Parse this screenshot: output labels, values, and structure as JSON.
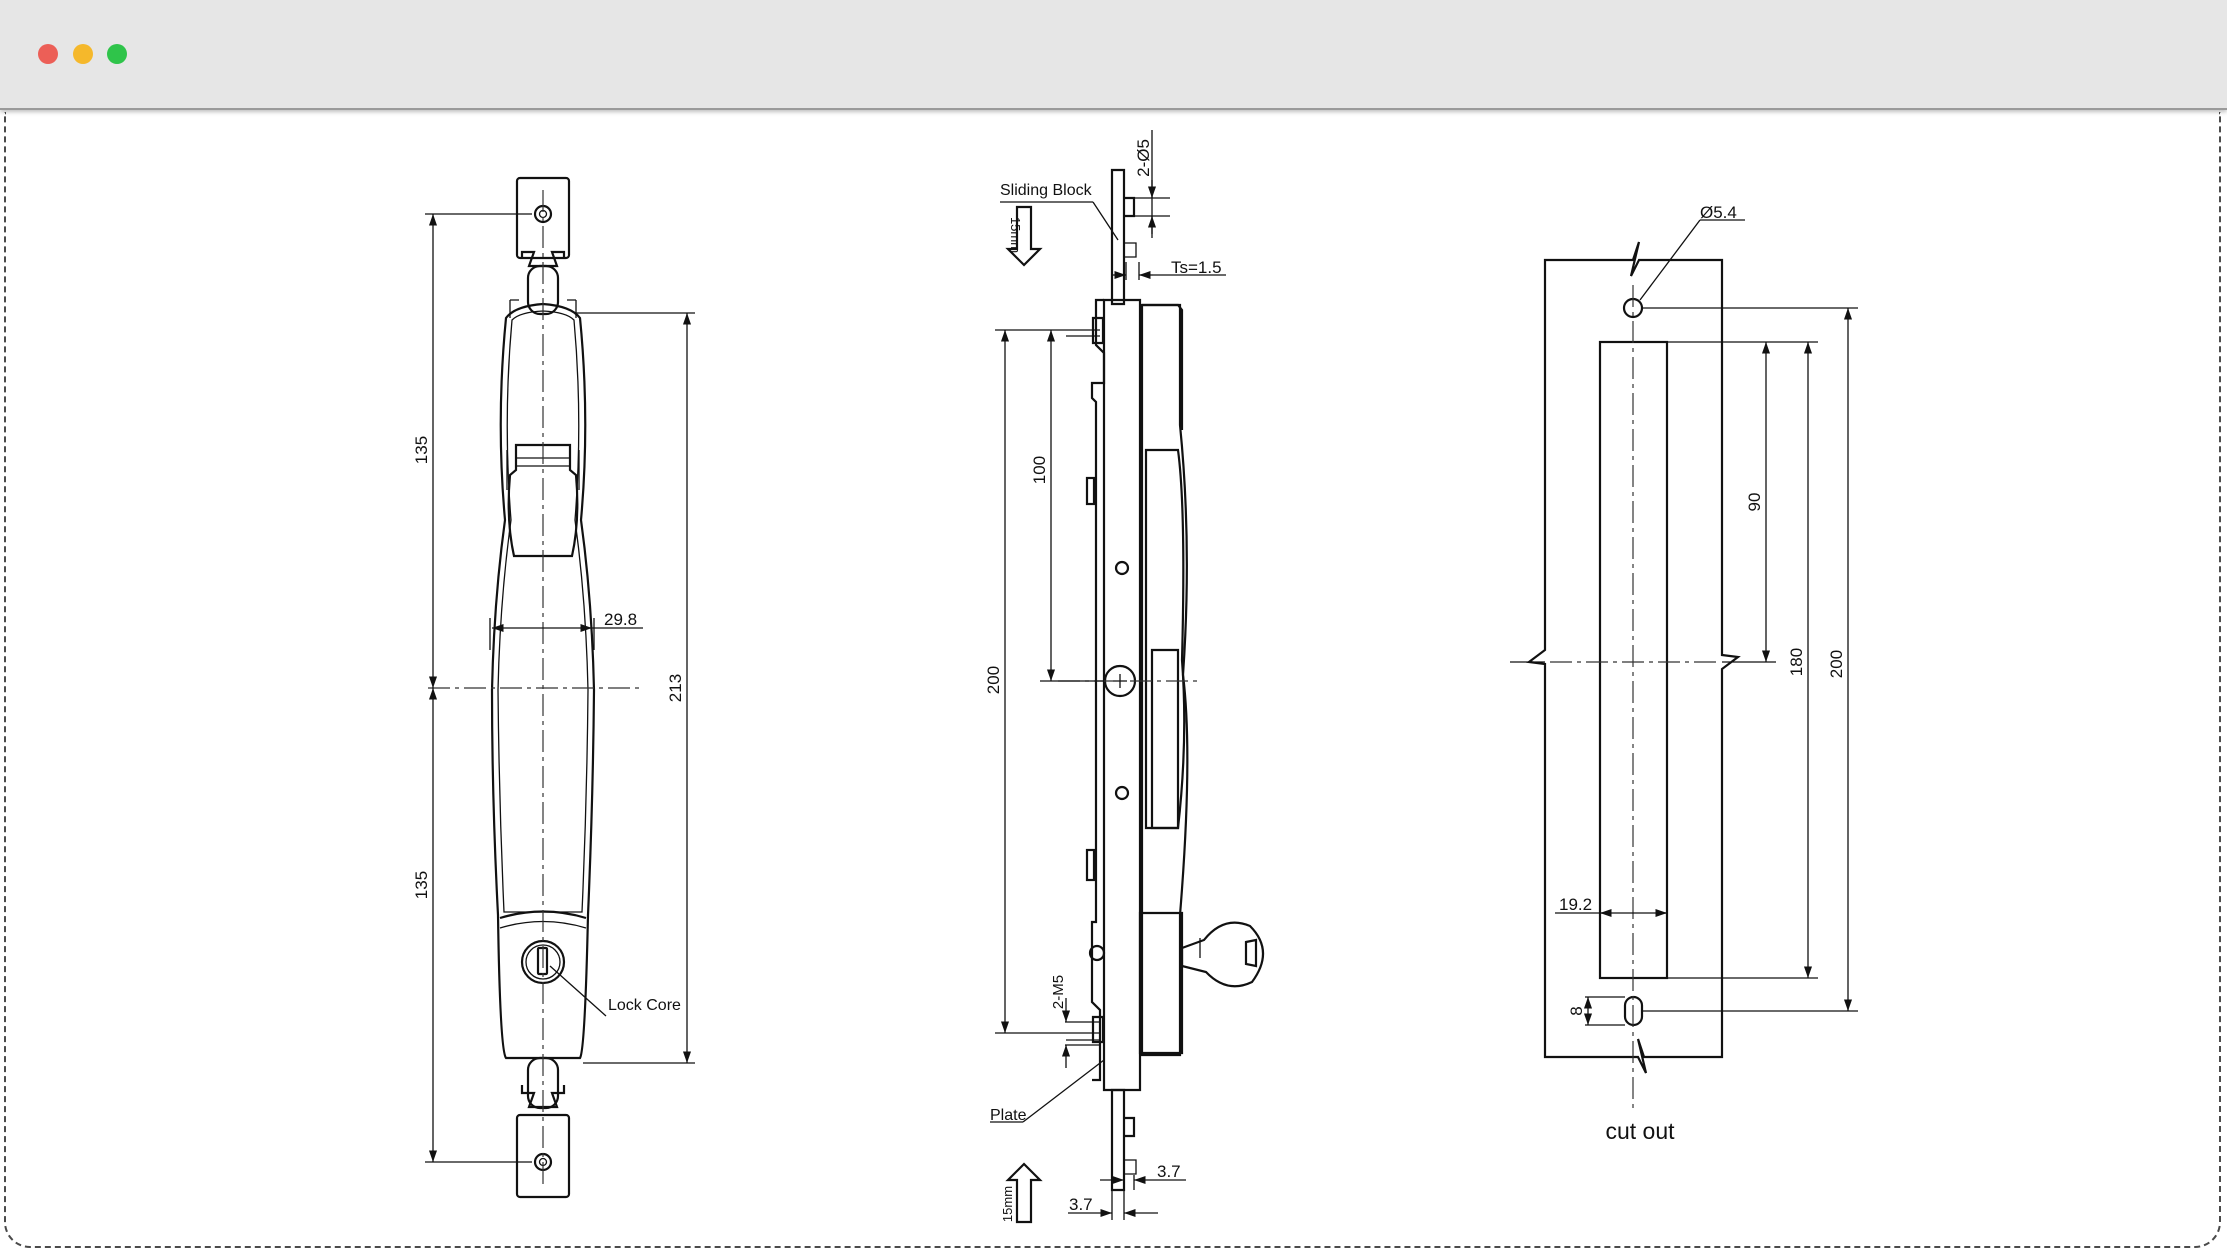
{
  "window": {
    "traffic_lights": [
      {
        "name": "close",
        "color": "#ec5f57"
      },
      {
        "name": "minimize",
        "color": "#f5b82b"
      },
      {
        "name": "maximize",
        "color": "#2fc44a"
      }
    ],
    "titlebar_color": "#e6e6e6"
  },
  "drawing": {
    "front_view": {
      "dims": [
        "135",
        "135",
        "29.8",
        "213"
      ],
      "lock_core_label": "Lock Core"
    },
    "side_view": {
      "sliding_block_label": "Sliding Block",
      "hole_dim": "2-Ø5",
      "thickness_label": "Ts=1.5",
      "travel_top": "15mm",
      "travel_bottom": "15mm",
      "dim_100": "100",
      "dim_200": "200",
      "thread_label": "2-M5",
      "plate_label": "Plate",
      "dim_3_7_right": "3.7",
      "dim_3_7_left": "3.7"
    },
    "cutout_view": {
      "hole_dim": "Ø5.4",
      "dim_90": "90",
      "dim_180": "180",
      "dim_200": "200",
      "dim_19_2": "19.2",
      "dim_8": "8",
      "caption": "cut out"
    }
  }
}
